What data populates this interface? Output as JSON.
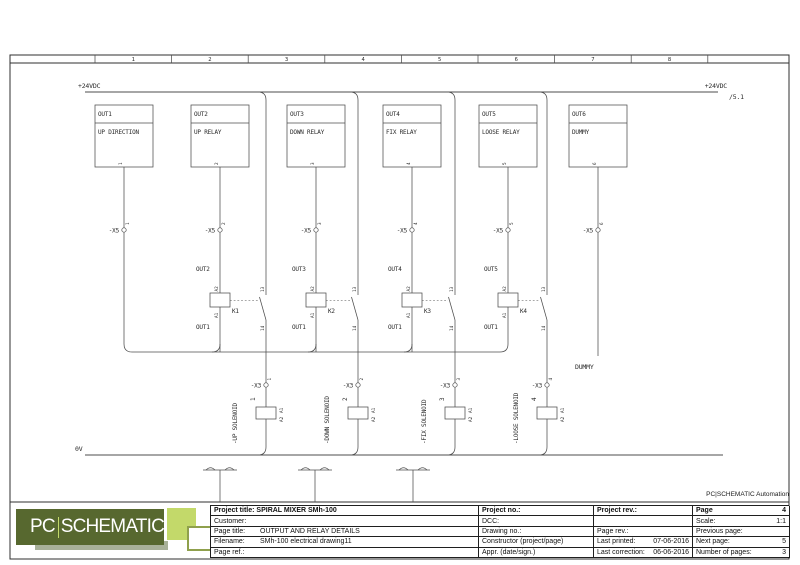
{
  "frame": {
    "columns": [
      "1",
      "2",
      "3",
      "4",
      "5",
      "6",
      "7",
      "8"
    ]
  },
  "rails": {
    "top_label_left": "+24VDC",
    "top_label_right": "+24VDC",
    "top_ref": "/5.1",
    "bottom_label": "0V"
  },
  "labels": {
    "x5": "-X5",
    "x3": "-X3",
    "dummy": "DUMMY"
  },
  "outputs": [
    {
      "id": "OUT1",
      "desc": "UP DIRECTION",
      "pin": "1",
      "terminal": "1"
    },
    {
      "id": "OUT2",
      "desc": "UP RELAY",
      "pin": "2",
      "terminal": "2"
    },
    {
      "id": "OUT3",
      "desc": "DOWN RELAY",
      "pin": "3",
      "terminal": "3"
    },
    {
      "id": "OUT4",
      "desc": "FIX RELAY",
      "pin": "4",
      "terminal": "4"
    },
    {
      "id": "OUT5",
      "desc": "LOOSE RELAY",
      "pin": "5",
      "terminal": "5"
    },
    {
      "id": "OUT6",
      "desc": "DUMMY",
      "pin": "6",
      "terminal": "6"
    }
  ],
  "relays": [
    {
      "name": "K1",
      "input": "OUT2",
      "common": "OUT1",
      "pin_top": "A2",
      "pin_bottom": "A1",
      "contact_top": "13",
      "contact_bottom": "14"
    },
    {
      "name": "K2",
      "input": "OUT3",
      "common": "OUT1",
      "pin_top": "A2",
      "pin_bottom": "A1",
      "contact_top": "13",
      "contact_bottom": "14"
    },
    {
      "name": "K3",
      "input": "OUT4",
      "common": "OUT1",
      "pin_top": "A2",
      "pin_bottom": "A1",
      "contact_top": "13",
      "contact_bottom": "14"
    },
    {
      "name": "K4",
      "input": "OUT5",
      "common": "OUT1",
      "pin_top": "A2",
      "pin_bottom": "A1",
      "contact_top": "13",
      "contact_bottom": "14"
    }
  ],
  "solenoids": [
    {
      "name": "-UP SOLENOID",
      "number": "1",
      "terminal": "1",
      "pin_top": "A1",
      "pin_bottom": "A2"
    },
    {
      "name": "-DOWN SOLENOID",
      "number": "2",
      "terminal": "2",
      "pin_top": "A1",
      "pin_bottom": "A2"
    },
    {
      "name": "-FIX SOLENOID",
      "number": "3",
      "terminal": "3",
      "pin_top": "A1",
      "pin_bottom": "A2"
    },
    {
      "name": "-LOOSE SOLENOID",
      "number": "4",
      "terminal": "4",
      "pin_top": "A1",
      "pin_bottom": "A2"
    }
  ],
  "titleblock": {
    "project_title_label": "Project title:",
    "project_title": "SPIRAL MIXER SMh-100",
    "customer_label": "Customer:",
    "page_title_label": "Page title:",
    "page_title": "OUTPUT AND RELAY DETAILS",
    "filename_label": "Filename:",
    "filename": "SMh-100 electrical drawing11",
    "page_ref_label": "Page ref.:",
    "project_no_label": "Project no.:",
    "dcc_label": "DCC:",
    "drawing_no_label": "Drawing no.:",
    "constructor_label": "Constructor (project/page)",
    "appr_label": "Appr. (date/sign.)",
    "project_rev_label": "Project rev.:",
    "page_rev_label": "Page rev.:",
    "last_printed_label": "Last printed:",
    "last_printed": "07-06-2016",
    "last_correction_label": "Last correction:",
    "last_correction": "06-06-2016",
    "page_label": "Page",
    "page_no": "4",
    "scale_label": "Scale:",
    "scale": "1:1",
    "previous_page_label": "Previous page:",
    "previous_page": "",
    "next_page_label": "Next page:",
    "next_page": "5",
    "num_pages_label": "Number of pages:",
    "num_pages": "3"
  },
  "logo": {
    "pc": "PC",
    "schematic": "SCHEMATIC",
    "automation_line": "PC|SCHEMATIC Automation",
    "box_color": "#57682f",
    "accent_color": "#c3d96a"
  }
}
